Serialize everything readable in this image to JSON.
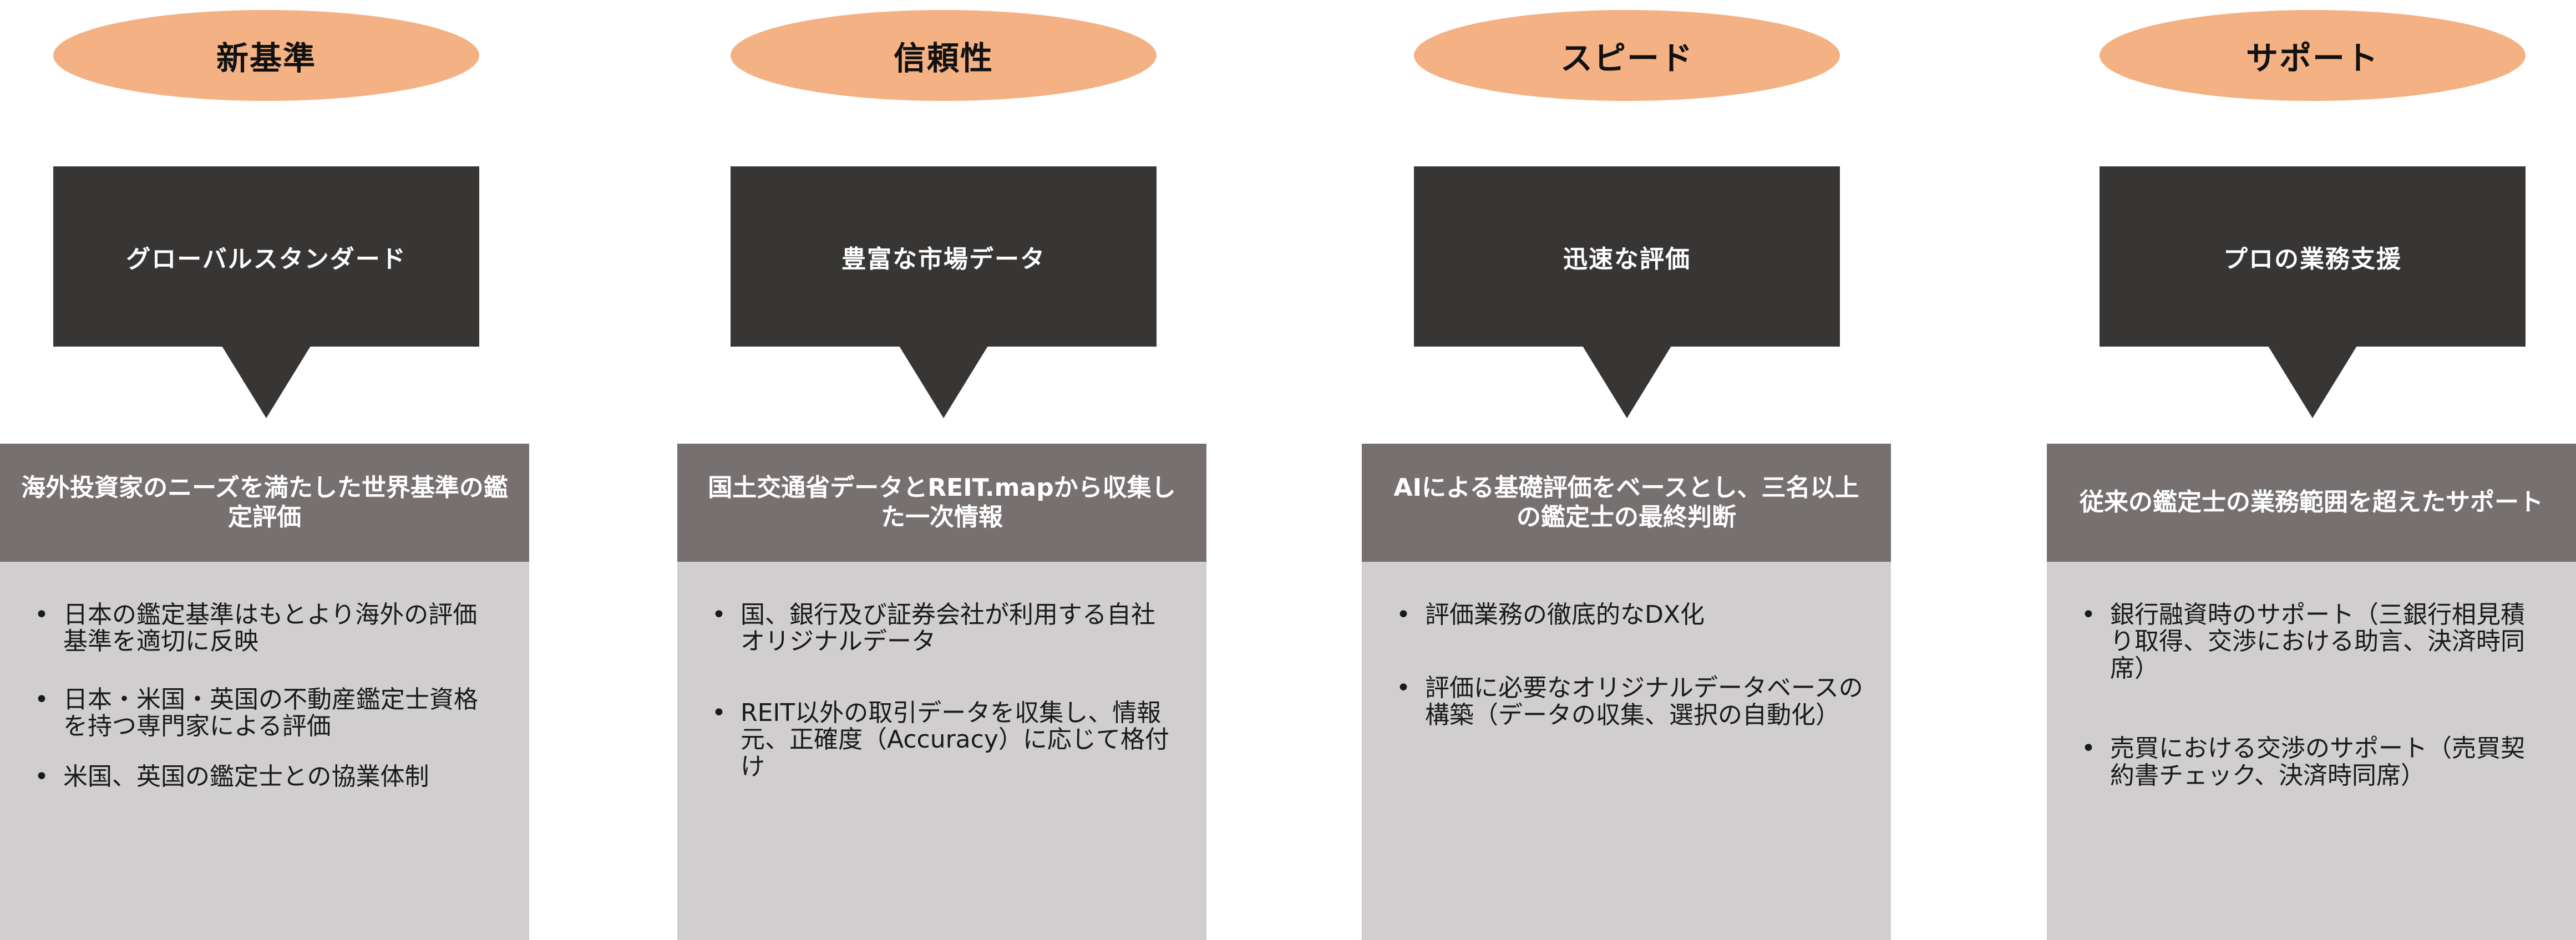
{
  "colors": {
    "ellipse": "#f4b183",
    "callout": "#383635",
    "header": "#767170",
    "body": "#d0cece"
  },
  "bullet_glyph": "•",
  "columns": [
    {
      "title": "新基準",
      "subtitle": "グローバルスタンダード",
      "header": "海外投資家のニーズを満たした世界基準の鑑定評価",
      "bullets": [
        "日本の鑑定基準はもとより海外の評価基準を適切に反映",
        "日本・米国・英国の不動産鑑定士資格を持つ専門家による評価",
        "米国、英国の鑑定士との協業体制"
      ]
    },
    {
      "title": "信頼性",
      "subtitle": "豊富な市場データ",
      "header": "国土交通省データとREIT.mapから収集した一次情報",
      "bullets": [
        "国、銀行及び証券会社が利用する自社オリジナルデータ",
        "REIT以外の取引データを収集し、情報元、正確度（Accuracy）に応じて格付け"
      ]
    },
    {
      "title": "スピード",
      "subtitle": "迅速な評価",
      "header": "AIによる基礎評価をベースとし、三名以上の鑑定士の最終判断",
      "bullets": [
        "評価業務の徹底的なDX化",
        "評価に必要なオリジナルデータベースの構築（データの収集、選択の自動化）"
      ]
    },
    {
      "title": "サポート",
      "subtitle": "プロの業務支援",
      "header": "従来の鑑定士の業務範囲を超えたサポート",
      "bullets": [
        "銀行融資時のサポート（三銀行相見積り取得、交渉における助言、決済時同席）",
        "売買における交渉のサポート（売買契約書チェック、決済時同席）"
      ]
    }
  ]
}
